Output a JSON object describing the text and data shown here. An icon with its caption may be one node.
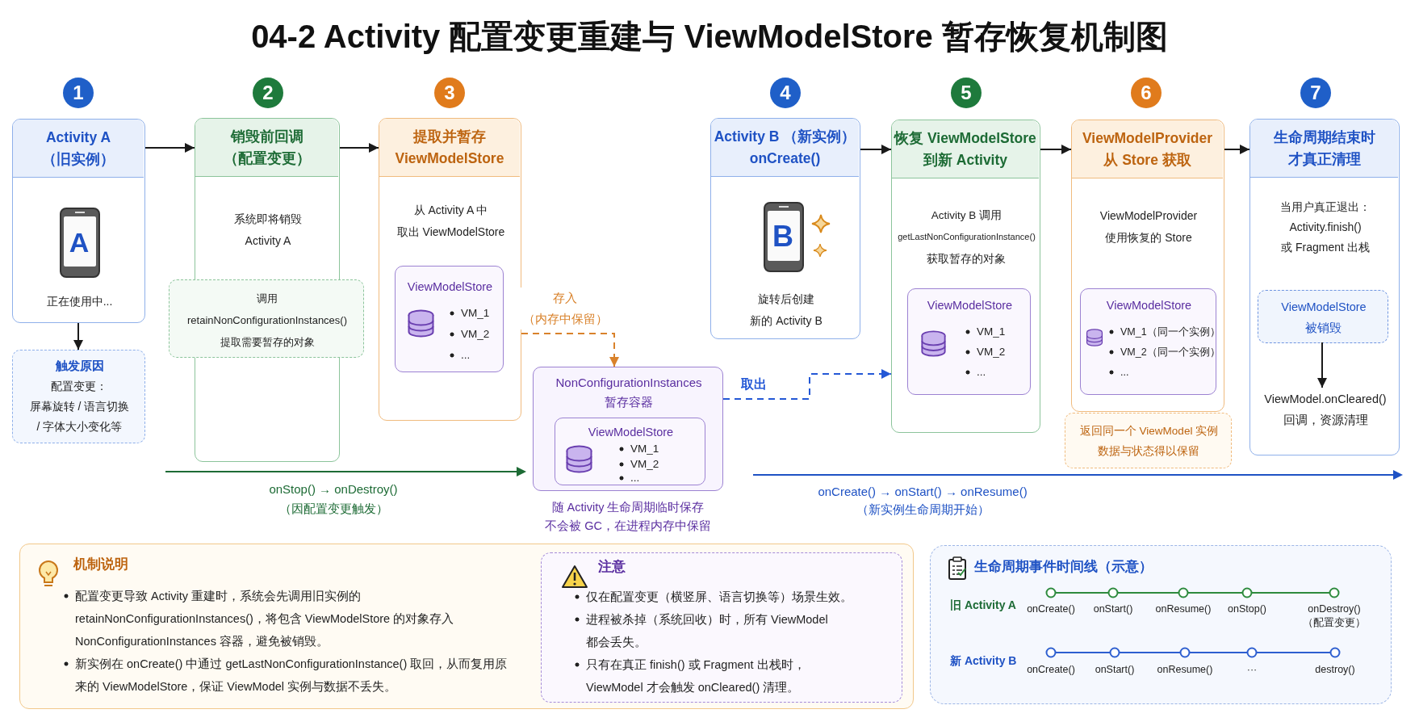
{
  "diagram": {
    "title": "04-2 Activity 配置变更重建与 ViewModelStore 暂存恢复机制图",
    "nodes": [
      {
        "text": [
          "Activity A （旧实例）",
          "正在使用中..."
        ]
      },
      {
        "text": [
          "触发原因",
          "配置变更：屏幕旋转 / 语言切换 / 字体大小变化等"
        ]
      },
      {
        "text": [
          "销毁前回调（配置变更）",
          "系统即将销毁 Activity A"
        ]
      },
      {
        "text": [
          "调用 retainNonConfigurationInstances() 提取需要暂存的对象"
        ]
      },
      {
        "text": [
          "提取并暂存 ViewModelStore",
          "从 Activity A 中取出 ViewModelStore"
        ]
      },
      {
        "text": [
          "ViewModelStore",
          "VM_1",
          "VM_2",
          "..."
        ],
        "in": 4
      },
      {
        "text": [
          "NonConfigurationInstances 暂存容器"
        ],
        "beside": [
          "随 Activity 生命周期临时保存不会被 GC，在进程内存中保留"
        ]
      },
      {
        "text": [
          "ViewModelStore",
          "VM_1",
          "VM_2",
          "..."
        ],
        "in": 6
      },
      {
        "text": [
          "Activity B （新实例） onCreate()",
          "旋转后创建新的 Activity B"
        ]
      },
      {
        "text": [
          "恢复 ViewModelStore 到新 Activity",
          "Activity B 调用 getLastNonConfigurationInstance() 获取暂存的对象"
        ]
      },
      {
        "text": [
          "ViewModelStore",
          "VM_1",
          "VM_2",
          "..."
        ],
        "in": 9
      },
      {
        "text": [
          "ViewModelProvider 从 Store 获取",
          "ViewModelProvider 使用恢复的 Store"
        ]
      },
      {
        "text": [
          "ViewModelStore",
          "VM_1（同一个实例）",
          "VM_2（同一个实例）",
          "..."
        ],
        "in": 11
      },
      {
        "text": [
          "返回同一个 ViewModel 实例数据与状态得以保留"
        ]
      },
      {
        "text": [
          "生命周期结束时才真正清理",
          "当用户真正退出： Activity.finish() 或 Fragment 出栈"
        ]
      },
      {
        "text": [
          "ViewModelStore 被销毁"
        ],
        "in": 14
      },
      {
        "text": [
          "ViewModel.onCleared() 回调，资源清理"
        ],
        "in": 14
      },
      {
        "text": [
          "机制说明",
          "配置变更导致 Activity 重建时，系统会先调用旧实例的 retainNonConfigurationInstances()，将包含 ViewModelStore 的对象存入 NonConfigurationInstances 容器，避免被销毁。",
          "新实例在 onCreate() 中通过 getLastNonConfigurationInstance() 取回，从而复用原来的 ViewModelStore，保证 ViewModel 实例与数据不丢失。"
        ]
      },
      {
        "text": [
          "注意",
          "仅在配置变更（横竖屏、语言切换等）场景生效。",
          "进程被杀掉（系统回收）时，所有 ViewModel 都会丢失。",
          "只有在真正 finish() 或 Fragment 出栈时， ViewModel 才会触发 onCleared() 清理。"
        ],
        "in": 17
      },
      {
        "text": [
          "生命周期事件时间线（示意）",
          "旧 Activity A",
          "onCreate()",
          "onStart()",
          "onResume()",
          "onStop()",
          "onDestroy() （配置变更）",
          "新 Activity B",
          "onCreate()",
          "onStart()",
          "onResume()",
          "···",
          "destroy()"
        ]
      }
    ],
    "edges": [
      {
        "from": 0,
        "to": 2,
        "arrow": "to"
      },
      {
        "from": 0,
        "to": 1,
        "arrow": "to"
      },
      {
        "from": 2,
        "to": 4,
        "arrow": "to"
      },
      {
        "from": 4,
        "to": 6,
        "arrow": "to",
        "label": "存入（内存中保留）",
        "style": "dashed",
        "color": "#d9822b"
      },
      {
        "from": 8,
        "to": 9,
        "arrow": "to"
      },
      {
        "from": 6,
        "to": 9,
        "arrow": "to",
        "label": "取出",
        "style": "dashed",
        "color": "#2458d6"
      },
      {
        "from": 9,
        "to": 11,
        "arrow": "to"
      },
      {
        "from": 11,
        "to": 14,
        "arrow": "to"
      },
      {
        "from": 15,
        "to": 16,
        "arrow": "to"
      }
    ],
    "labels": [
      "1",
      "2",
      "3",
      "4",
      "5",
      "6",
      "7",
      "A",
      "B",
      "onStop() → onDestroy()",
      "（因配置变更触发）",
      "onCreate() → onStart() → onResume()",
      "（新实例生命周期开始）"
    ]
  }
}
